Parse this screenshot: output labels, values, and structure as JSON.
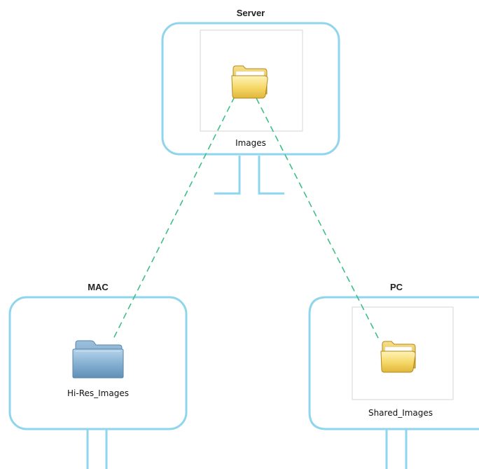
{
  "colors": {
    "box_border": "#8fd6ec",
    "connector": "#3fbf86",
    "panel_border": "#d4d4d4",
    "folder_yellow": "#f2cf52",
    "folder_blue": "#6f9fc3"
  },
  "nodes": {
    "server": {
      "title": "Server",
      "folder_label": "Images",
      "folder_icon": "yellow-folder-icon"
    },
    "mac": {
      "title": "MAC",
      "folder_label": "Hi-Res_Images",
      "folder_icon": "blue-folder-icon"
    },
    "pc": {
      "title": "PC",
      "folder_label": "Shared_Images",
      "folder_icon": "yellow-folder-icon"
    }
  }
}
